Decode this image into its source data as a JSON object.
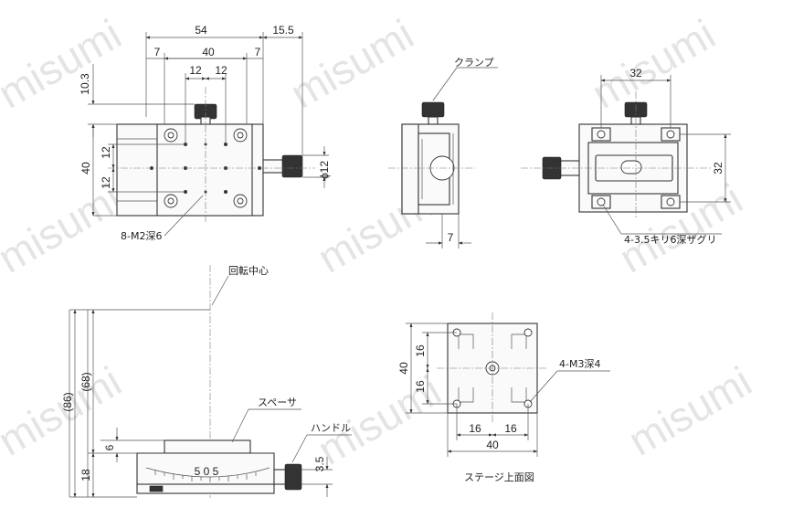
{
  "watermark": "misumi",
  "top_view": {
    "dims": {
      "overall_width": "54",
      "knob_extent": "15.5",
      "left_margin": "7",
      "right_margin": "7",
      "inner_width": "40",
      "pitch_left": "12",
      "pitch_right": "12",
      "top_offset": "10.3",
      "height": "40",
      "pitch_upper": "12",
      "pitch_lower": "12",
      "knob_dia": "ϕ12"
    },
    "callout_holes": "8-M2深6"
  },
  "side_view": {
    "clamp_label": "クランプ",
    "dim_bottom": "7"
  },
  "right_view": {
    "dim_top": "32",
    "dim_right": "32",
    "callout_holes": "4-3.5キリ6深ザグリ"
  },
  "front_view": {
    "rotation_center": "回転中心",
    "spacer_label": "スペーサ",
    "handle_label": "ハンドル",
    "dim_total": "(86)",
    "dim_mid": "(68)",
    "dim_6": "6",
    "dim_18": "18",
    "dim_3_5": "3.5",
    "scale_text": "5 0 5"
  },
  "stage_top_view": {
    "title": "ステージ上面図",
    "dim_left_total": "40",
    "dim_left_upper": "16",
    "dim_left_lower": "16",
    "dim_bottom_left": "16",
    "dim_bottom_right": "16",
    "dim_bottom_total": "40",
    "callout_holes": "4-M3深4"
  }
}
